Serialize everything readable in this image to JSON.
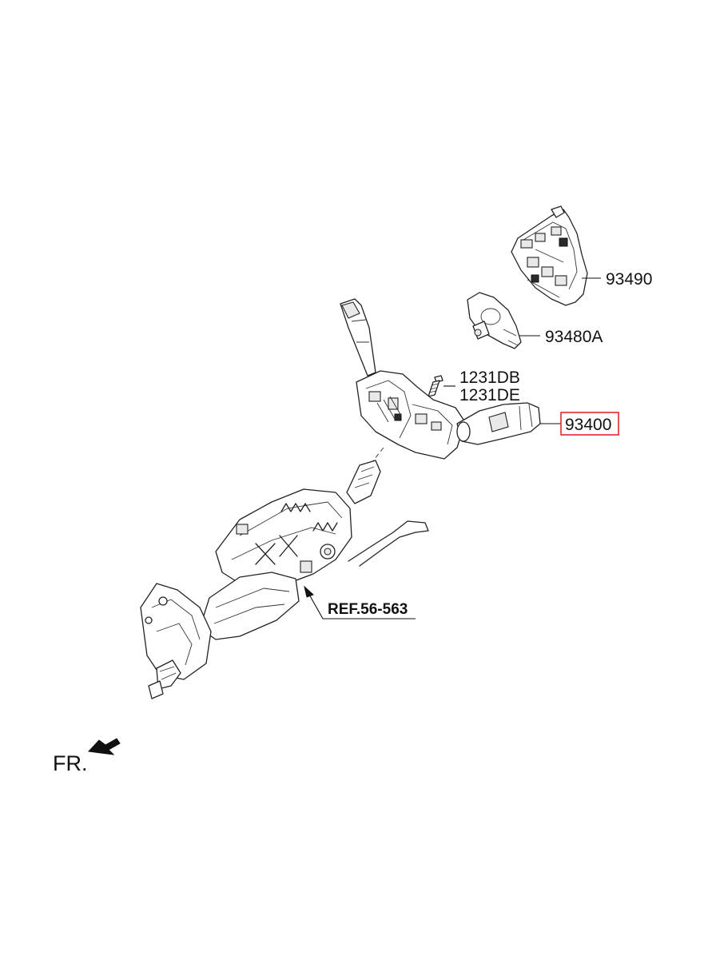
{
  "labels": {
    "clock_spring": "93490",
    "sensor": "93480A",
    "bolt_1": "1231DB",
    "bolt_2": "1231DE",
    "switch_assembly": "93400",
    "reference": "REF.56-563",
    "front": "FR."
  },
  "colors": {
    "highlight_box": "#e8262a",
    "line": "#222222"
  },
  "icons": {
    "front_arrow": "arrow-down-left-icon"
  }
}
